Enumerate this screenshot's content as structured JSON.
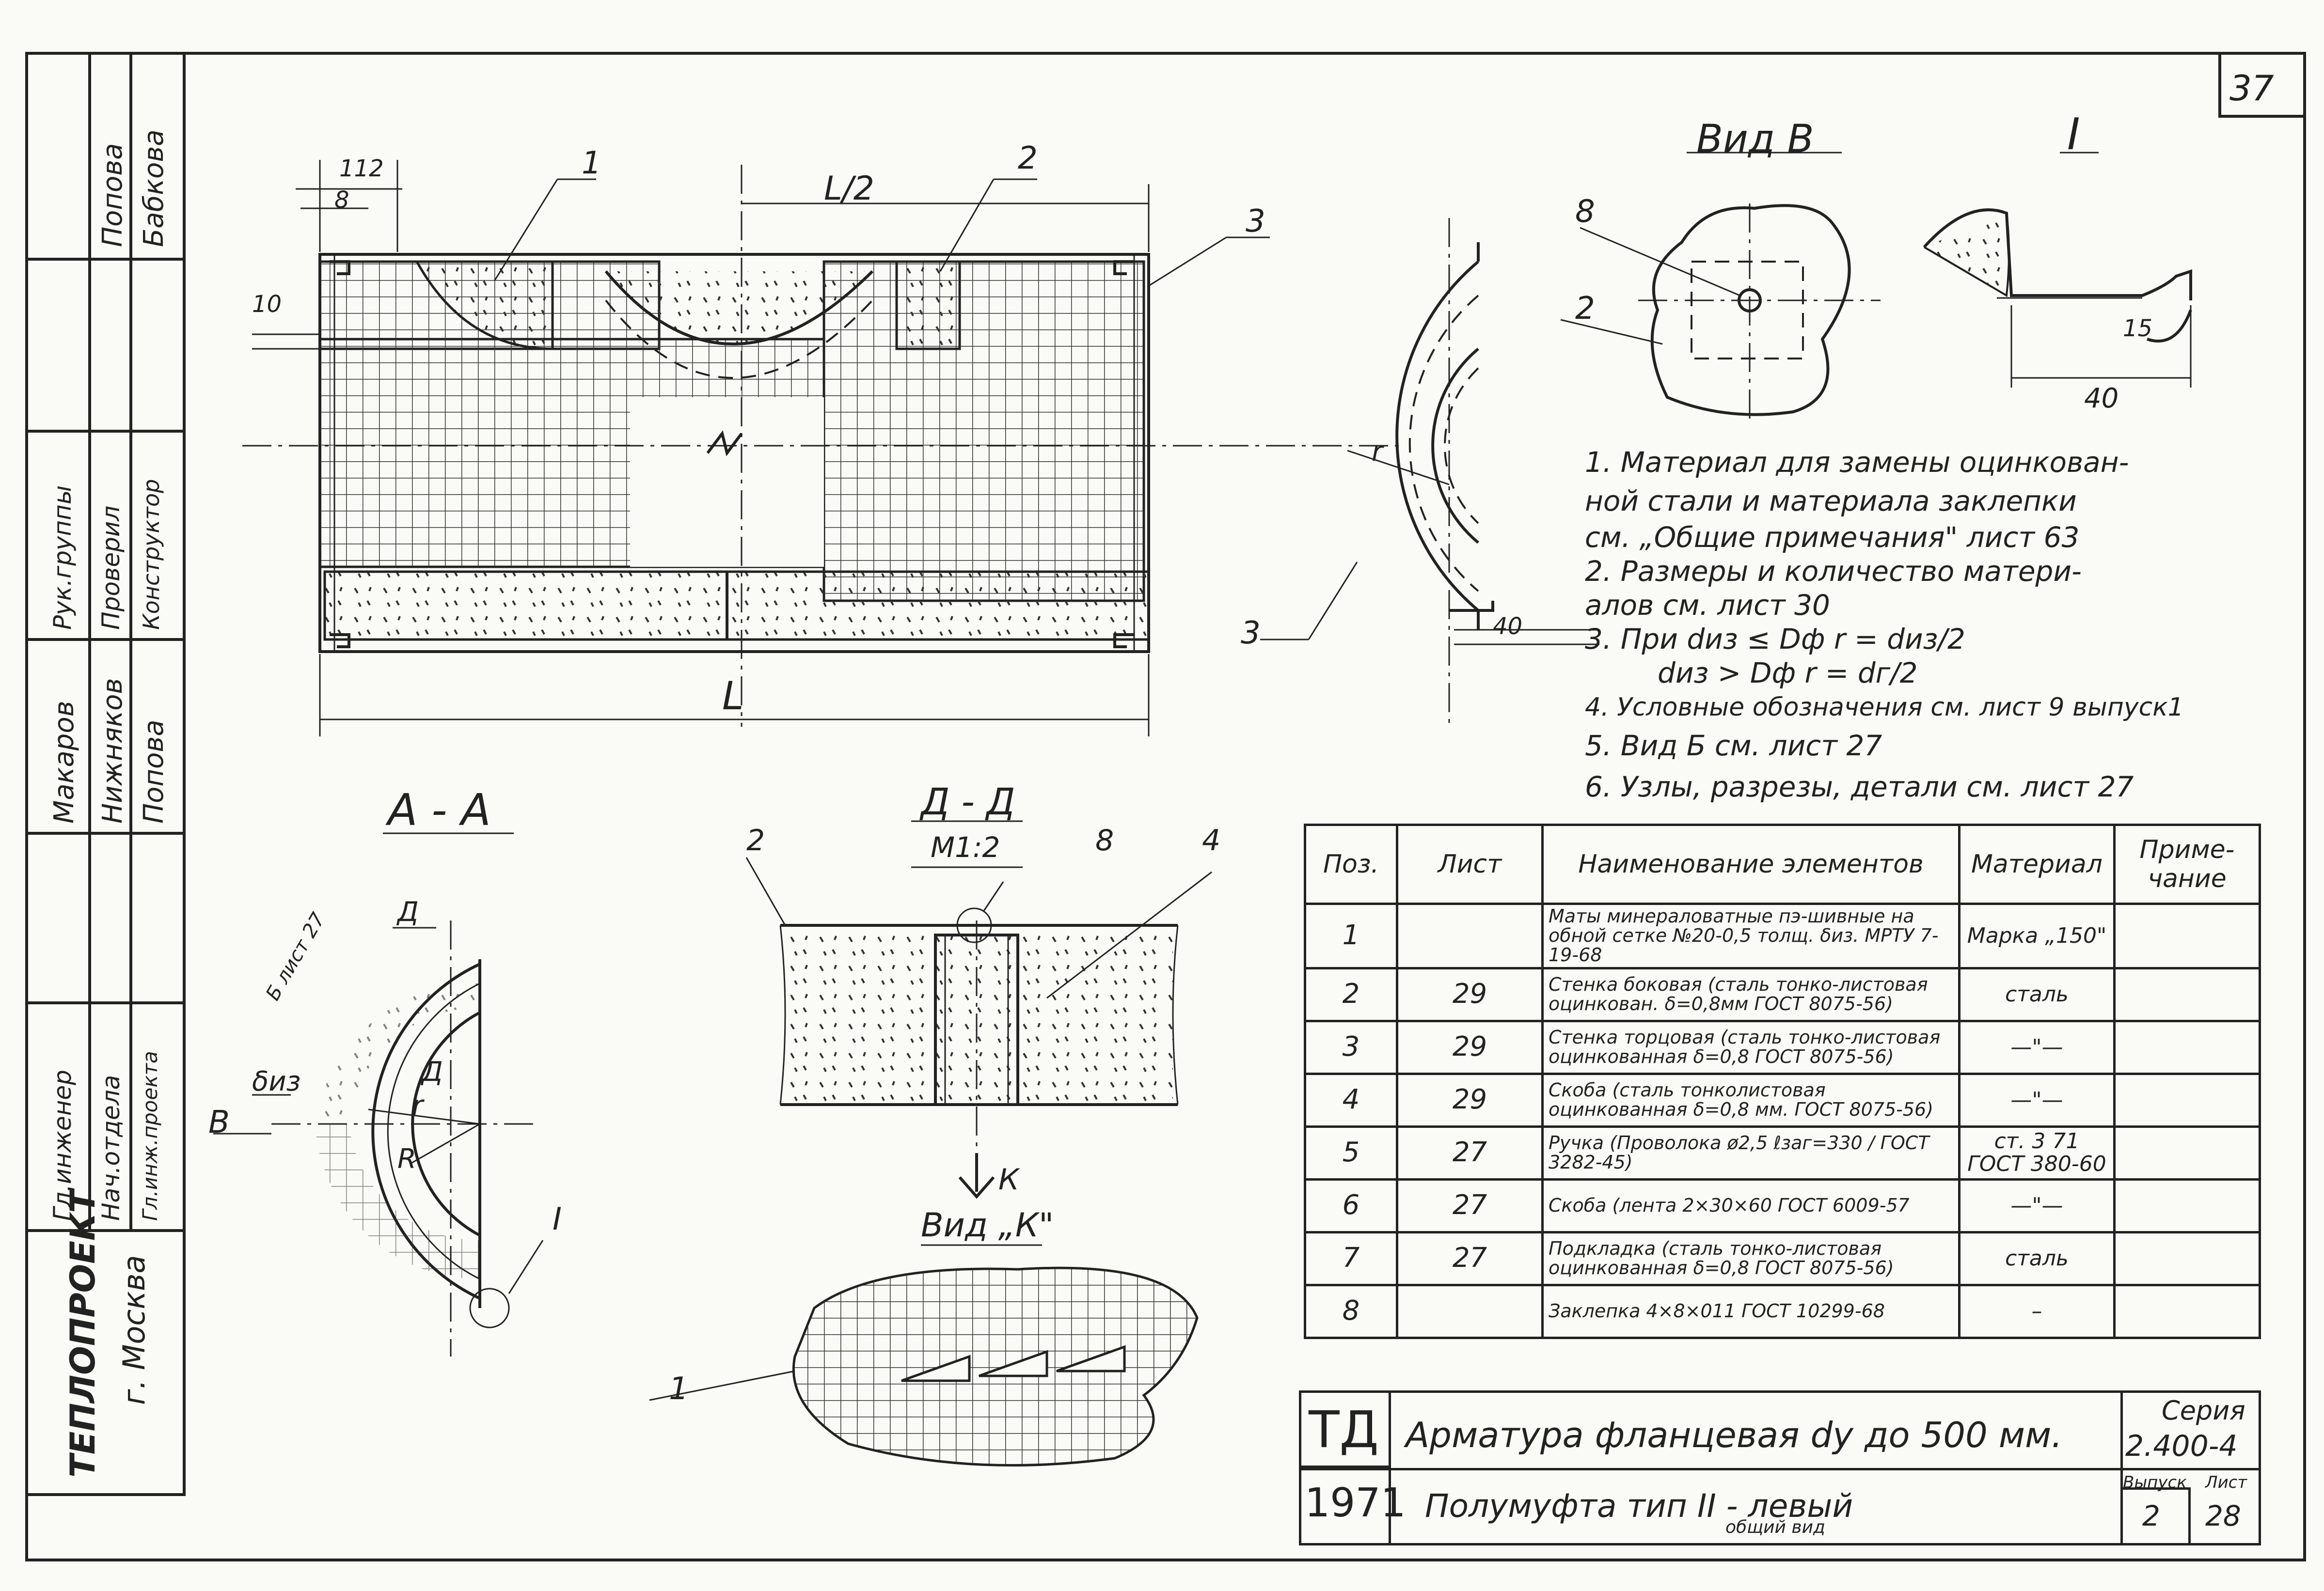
{
  "sheet_number": "37",
  "left_strip": {
    "org": "ТЕПЛОПРОЕКТ",
    "city": "г. Москва",
    "roles": [
      "Гл.инженер",
      "Нач.отдела",
      "Гл.инж.проекта",
      "Рук.группы",
      "Проверил",
      "Конструктор"
    ],
    "names_top": [
      "Попова",
      "Бабкова"
    ],
    "names_mid": [
      "Макаров",
      "Нижняков",
      "Попова"
    ]
  },
  "views": {
    "view_b": "Вид В",
    "detail_i": "I",
    "section_aa": "А - А",
    "section_dd": "Д - Д",
    "section_dd_scale": "М1:2",
    "view_k": "Вид „К\""
  },
  "dims": {
    "d112": "112",
    "d8": "8",
    "d10": "10",
    "l_half": "L/2",
    "l": "L",
    "d40": "40",
    "d40b": "40",
    "r": "r",
    "d15": "15",
    "diz": "δиз",
    "R": "R",
    "rr": "r",
    "listB": "Б лист 27"
  },
  "callouts": [
    "1",
    "2",
    "3",
    "2",
    "3",
    "8",
    "2",
    "8",
    "4",
    "1",
    "I",
    "В",
    "Д",
    "Д",
    "К"
  ],
  "notes": [
    "1. Материал для замены оцинкован-",
    "ной стали и материала заклепки",
    "см. „Общие примечания\" лист 63",
    "2. Размеры и количество матери-",
    "алов см. лист 30",
    "3. При dиз ≤ Dф      r = dиз/2",
    "dиз > Dф      r = dг/2",
    "4. Условные обозначения см. лист 9 выпуск1",
    "5. Вид Б см. лист 27",
    "6. Узлы, разрезы, детали см. лист 27"
  ],
  "table": {
    "headers": [
      "Поз.",
      "Лист",
      "Наименование элементов",
      "Материал",
      "Приме-чание"
    ],
    "rows": [
      {
        "pos": "1",
        "sheet": "",
        "name": "Маты минераловатные пэ-шивные на обной сетке №20-0,5 толщ. δиз. МРТУ 7-19-68",
        "material": "Марка „150\"",
        "note": ""
      },
      {
        "pos": "2",
        "sheet": "29",
        "name": "Стенка боковая (сталь тонко-листовая оцинкован. δ=0,8мм ГОСТ 8075-56)",
        "material": "сталь",
        "note": ""
      },
      {
        "pos": "3",
        "sheet": "29",
        "name": "Стенка торцовая (сталь тонко-листовая оцинкованная δ=0,8 ГОСТ 8075-56)",
        "material": "—\"—",
        "note": ""
      },
      {
        "pos": "4",
        "sheet": "29",
        "name": "Скоба (сталь тонколистовая оцинкованная δ=0,8 мм. ГОСТ 8075-56)",
        "material": "—\"—",
        "note": ""
      },
      {
        "pos": "5",
        "sheet": "27",
        "name": "Ручка (Проволока ø2,5 ℓзаг=330 / ГОСТ 3282-45)",
        "material": "ст. 3 71 ГОСТ 380-60",
        "note": ""
      },
      {
        "pos": "6",
        "sheet": "27",
        "name": "Скоба (лента 2×30×60 ГОСТ 6009-57",
        "material": "—\"—",
        "note": ""
      },
      {
        "pos": "7",
        "sheet": "27",
        "name": "Подкладка (сталь тонко-листовая оцинкованная δ=0,8 ГОСТ 8075-56)",
        "material": "сталь",
        "note": ""
      },
      {
        "pos": "8",
        "sheet": "",
        "name": "Заклепка 4×8×011 ГОСТ 10299-68",
        "material": "–",
        "note": ""
      }
    ]
  },
  "title_block": {
    "code": "ТД",
    "year": "1971",
    "title": "Арматура фланцевая dу до 500 мм.",
    "subtitle": "Полумуфта тип II - левый",
    "subtitle2": "общий вид",
    "series_label": "Серия",
    "series": "2.400-4",
    "issue_label": "Выпуск",
    "issue": "2",
    "sheet_label": "Лист",
    "sheet": "28"
  }
}
